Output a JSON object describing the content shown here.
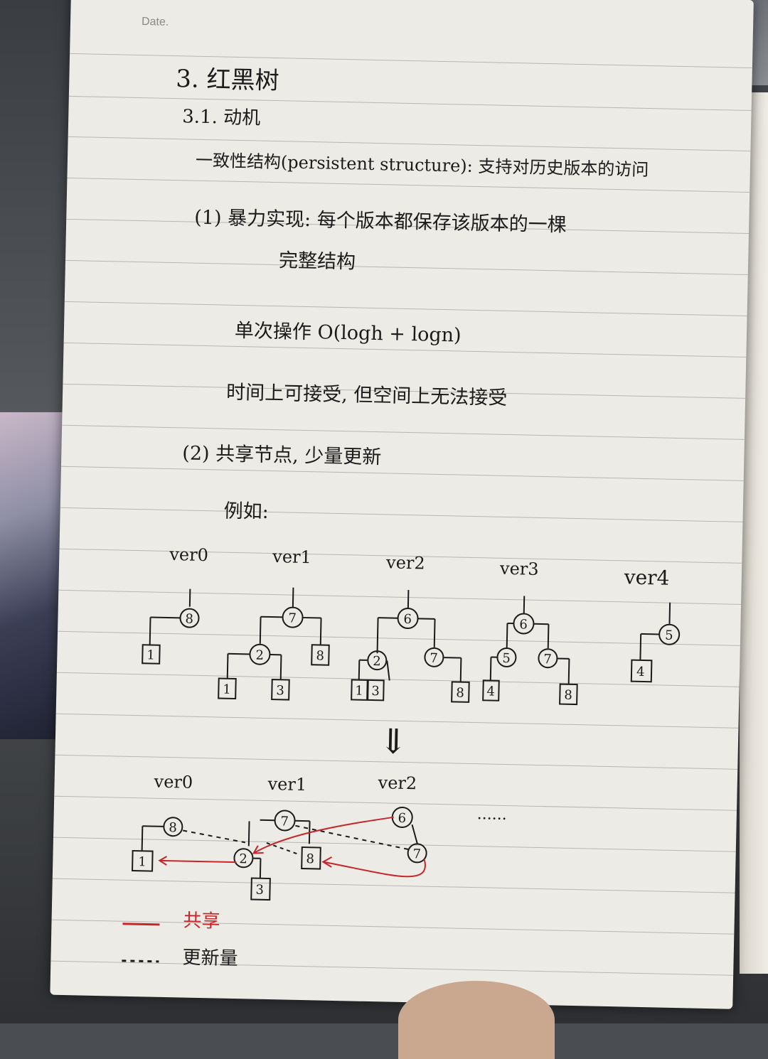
{
  "notes": {
    "date_label": "Date.",
    "heading": "3. 红黑树",
    "subheading": "3.1. 动机",
    "lines": [
      "一致性结构(persistent structure): 支持对历史版本的访问",
      "(1) 暴力实现: 每个版本都保存该版本的一棵",
      "完整结构",
      "单次操作 O(logh + logn)",
      "时间上可接受, 但空间上无法接受",
      "(2) 共享节点, 少量更新",
      "例如:"
    ]
  },
  "top_diagram": {
    "versions": [
      "ver0",
      "ver1",
      "ver2",
      "ver3",
      "ver4"
    ],
    "circle_nodes": [
      "8",
      "7",
      "2",
      "6",
      "2",
      "7",
      "6",
      "5",
      "7",
      "5"
    ],
    "leaf_nodes": [
      "1",
      "8",
      "1",
      "3",
      "1",
      "3",
      "8",
      "4",
      "8",
      "4"
    ]
  },
  "arrow_symbol": "⇓",
  "bottom_diagram": {
    "versions": [
      "ver0",
      "ver1",
      "ver2"
    ],
    "ellipsis": "......",
    "nodes": [
      "8",
      "7",
      "6",
      "2",
      "8",
      "7"
    ],
    "leaves": [
      "1",
      "3"
    ]
  },
  "legend": {
    "red_label": "共享",
    "dashed_label": "更新量"
  },
  "colors": {
    "ink": "#1b1b1b",
    "red_ink": "#c8252a",
    "paper": "#ecebe6"
  }
}
